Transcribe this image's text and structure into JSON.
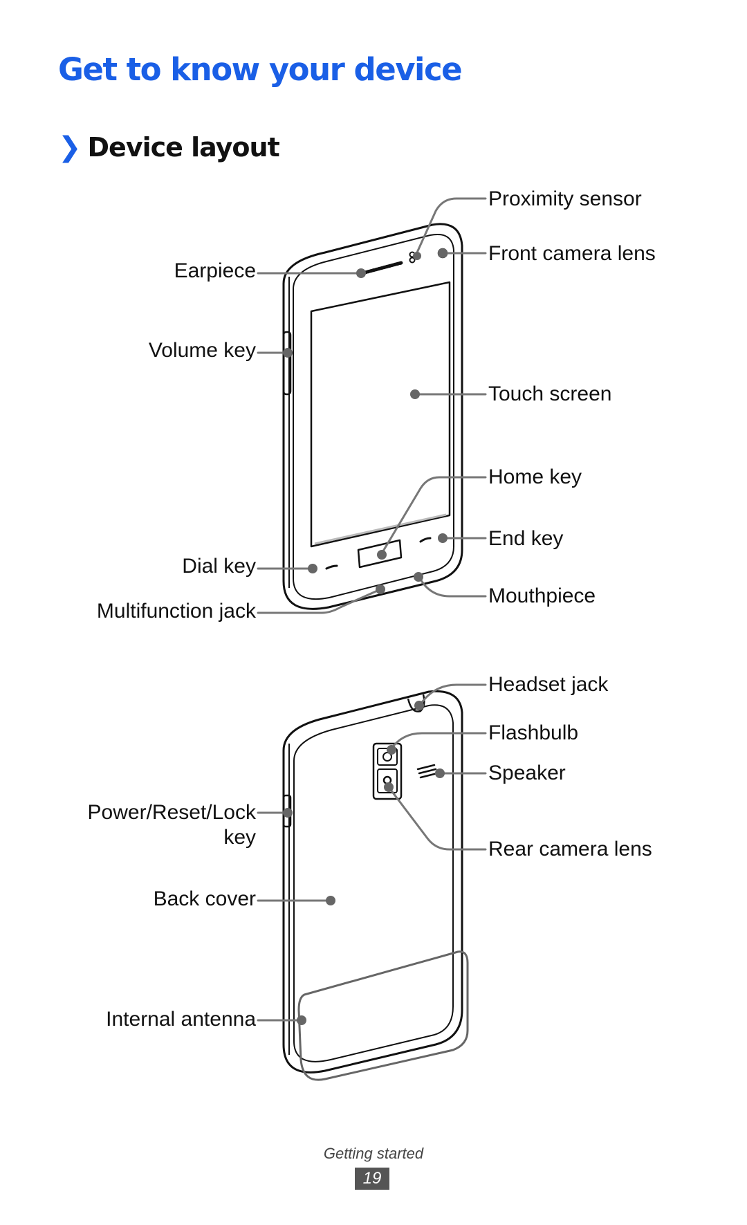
{
  "header": {
    "title": "Get to know your device",
    "section_chevron": "❯",
    "section_title": "Device layout"
  },
  "front_labels": {
    "proximity_sensor": "Proximity sensor",
    "front_camera_lens": "Front camera lens",
    "earpiece": "Earpiece",
    "volume_key": "Volume key",
    "touch_screen": "Touch screen",
    "home_key": "Home key",
    "end_key": "End key",
    "dial_key": "Dial key",
    "mouthpiece": "Mouthpiece",
    "multifunction_jack": "Multifunction jack"
  },
  "back_labels": {
    "headset_jack": "Headset jack",
    "flashbulb": "Flashbulb",
    "speaker": "Speaker",
    "power_reset_lock_line1": "Power/Reset/Lock",
    "power_reset_lock_line2": "key",
    "rear_camera_lens": "Rear camera lens",
    "back_cover": "Back cover",
    "internal_antenna": "Internal antenna"
  },
  "footer": {
    "section": "Getting started",
    "page_number": "19"
  },
  "colors": {
    "title_blue": "#1a5fe6",
    "line_gray": "#777777",
    "outline_black": "#111111"
  }
}
